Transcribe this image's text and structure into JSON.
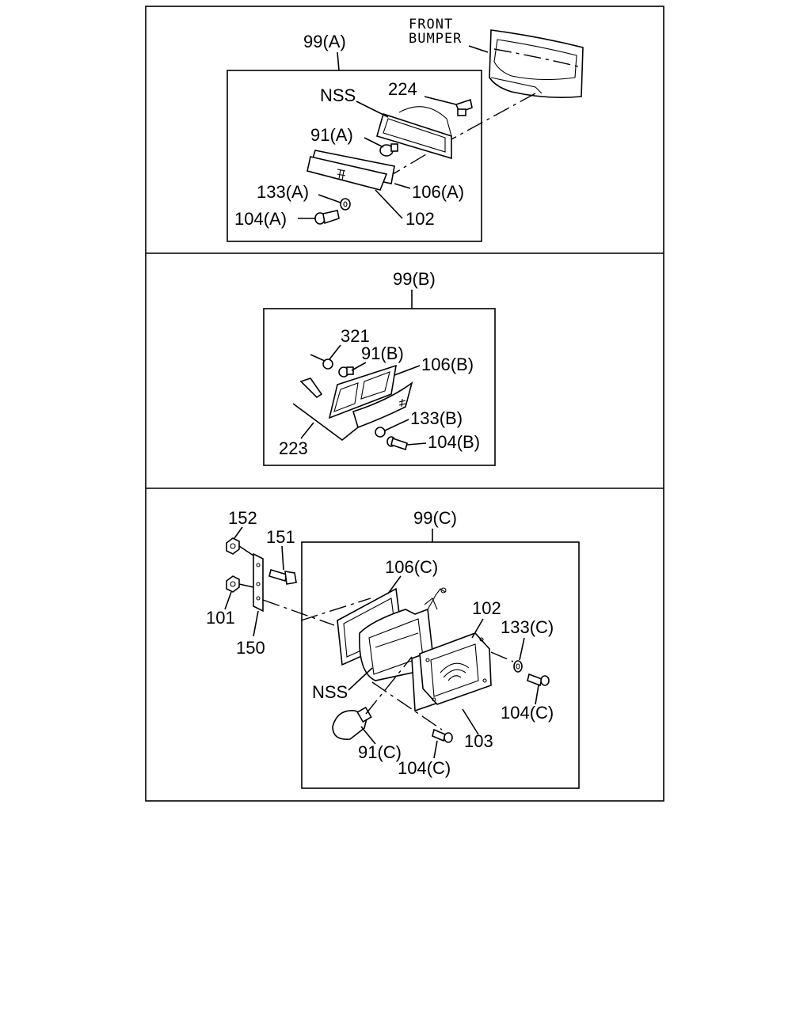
{
  "panel_a": {
    "assembly_label": "99(A)",
    "bumper_label_line1": "FRONT",
    "bumper_label_line2": "BUMPER",
    "labels": {
      "p224": "224",
      "nss": "NSS",
      "p91a": "91(A)",
      "p133a": "133(A)",
      "p106a": "106(A)",
      "p104a": "104(A)",
      "p102": "102"
    }
  },
  "panel_b": {
    "assembly_label": "99(B)",
    "labels": {
      "p321": "321",
      "p91b": "91(B)",
      "p106b": "106(B)",
      "p133b": "133(B)",
      "p104b": "104(B)",
      "p223": "223"
    }
  },
  "panel_c": {
    "assembly_label": "99(C)",
    "labels": {
      "p152": "152",
      "p151": "151",
      "p101": "101",
      "p150": "150",
      "p106c": "106(C)",
      "p102": "102",
      "p133c": "133(C)",
      "nss": "NSS",
      "p104c_right": "104(C)",
      "p103": "103",
      "p91c": "91(C)",
      "p104c_bottom": "104(C)"
    }
  }
}
